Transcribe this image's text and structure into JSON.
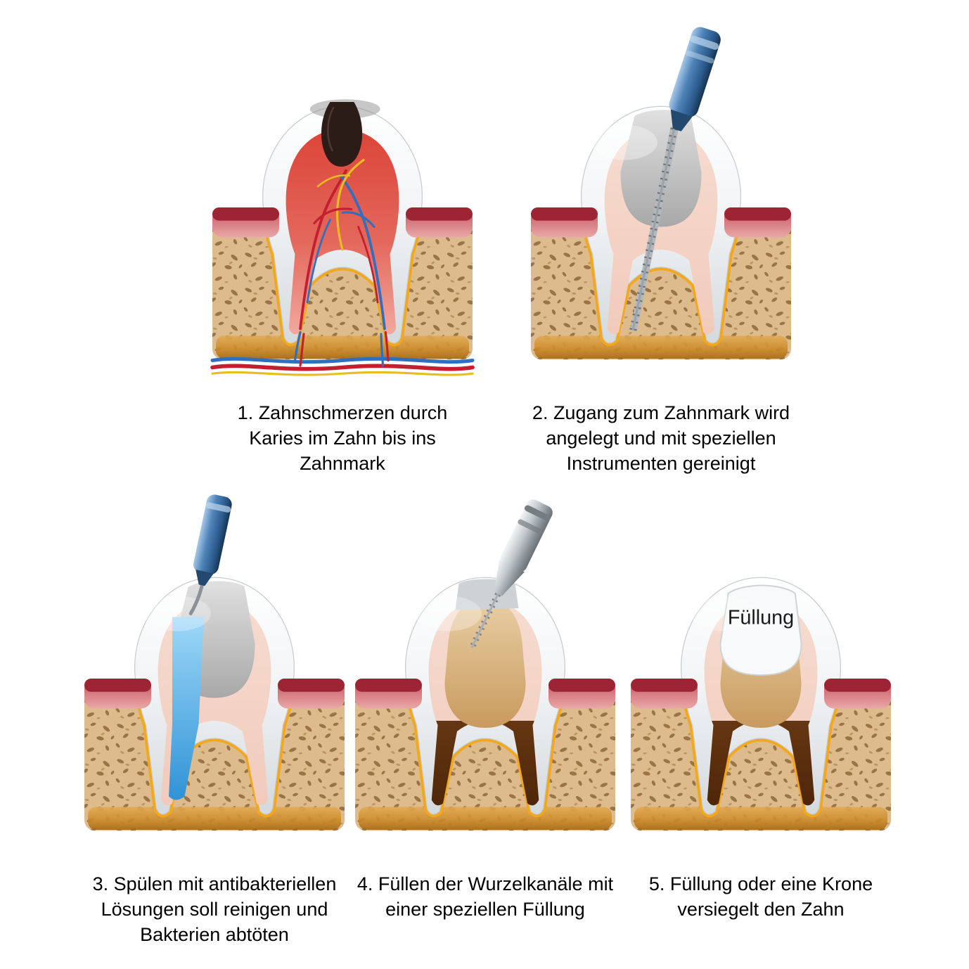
{
  "figure": {
    "type": "medical-illustration",
    "subject": "Wurzelkanalbehandlung (root canal treatment) in 5 Schritten",
    "language": "de",
    "background_color": "#ffffff"
  },
  "steps": [
    {
      "number": "1",
      "caption": "1. Zahnschmerzen durch Karies im Zahn bis ins Zahnmark",
      "lines": [
        "1. Zahnschmerzen durch",
        "Karies im Zahn bis ins",
        "Zahnmark"
      ]
    },
    {
      "number": "2",
      "caption": "2. Zugang zum Zahnmark wird angelegt und mit speziellen Instrumenten gereinigt",
      "lines": [
        "2. Zugang zum Zahnmark wird",
        "angelegt und mit speziellen",
        "Instrumenten gereinigt"
      ]
    },
    {
      "number": "3",
      "caption": "3. Spülen mit antibakteriellen Lösungen soll reinigen und Bakterien abtöten",
      "lines": [
        "3. Spülen mit antibakteriellen",
        "Lösungen soll  reinigen und",
        "Bakterien abtöten"
      ]
    },
    {
      "number": "4",
      "caption": "4. Füllen der Wurzelkanäle mit einer speziellen Füllung",
      "lines": [
        "4. Füllen der Wurzelkanäle mit",
        "einer speziellen Füllung"
      ]
    },
    {
      "number": "5",
      "caption": "5. Füllung oder eine Krone versiegelt den Zahn",
      "lines": [
        "5. Füllung oder eine Krone",
        "versiegelt den Zahn"
      ]
    }
  ],
  "labels": {
    "filling": "Füllung"
  },
  "palette": {
    "bone": "#ddbb8d",
    "bone_speckle": "#8a6234",
    "gum_pink": "#d98f8f",
    "gum_dark_red": "#9c2433",
    "ligament_yellow": "#f3a81c",
    "enamel_white": "#ffffff",
    "dentin_pink": "#f6dcd0",
    "inflamed_pulp_red": "#dc4438",
    "caries_brown": "#2b1c17",
    "vessel_red": "#c21f2f",
    "vessel_blue": "#2e6fc0",
    "vessel_yellow": "#e8bd20",
    "instrument_blue": "#2a598c",
    "instrument_silver": "#b9bfc4",
    "irrigation_blue": "#3fa9e8",
    "root_filling_brown": "#5a2c0c",
    "access_gray": "#b8b8b8"
  }
}
